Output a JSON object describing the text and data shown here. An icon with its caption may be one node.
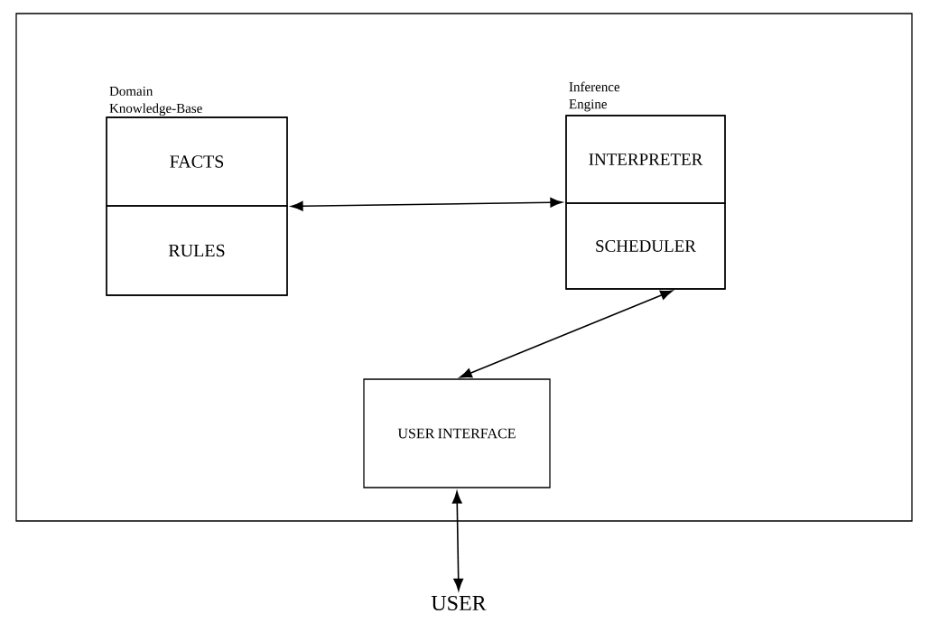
{
  "diagram": {
    "nodes": [
      {
        "text": [],
        "shape": "box"
      },
      {
        "text": [
          "Domain Knowledge-Base"
        ],
        "in": 0
      },
      {
        "text": [
          "FACTS"
        ],
        "in": 1
      },
      {
        "text": [
          "RULES"
        ],
        "in": 1
      },
      {
        "text": [
          "Inference Engine"
        ],
        "in": 0
      },
      {
        "text": [
          "INTERPRETER"
        ],
        "in": 4
      },
      {
        "text": [
          "SCHEDULER"
        ],
        "in": 4
      },
      {
        "text": [
          "USER INTERFACE"
        ],
        "in": 0
      },
      {
        "text": [
          "USER"
        ]
      }
    ],
    "edges": [
      {
        "from": 1,
        "to": 4,
        "arrow": "both"
      },
      {
        "from": 6,
        "to": 7,
        "arrow": "both"
      },
      {
        "from": 7,
        "to": 8,
        "arrow": "both"
      }
    ]
  }
}
